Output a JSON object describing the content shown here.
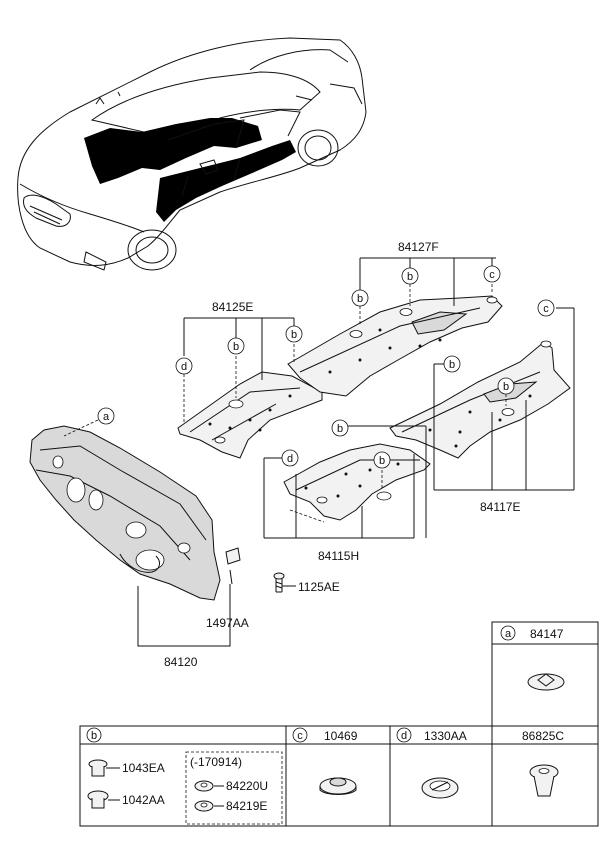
{
  "parts": {
    "p84127F": "84127F",
    "p84125E": "84125E",
    "p84117E": "84117E",
    "p84115H": "84115H",
    "p1125AE": "1125AE",
    "p1497AA": "1497AA",
    "p84120": "84120"
  },
  "callouts": {
    "a": "a",
    "b": "b",
    "c": "c",
    "d": "d"
  },
  "table": {
    "a_header": "84147",
    "b_items": [
      "1043EA",
      "1042AA"
    ],
    "b_note": "(-170914)",
    "b_alt_items": [
      "84220U",
      "84219E"
    ],
    "c_header": "10469",
    "d_header": "1330AA",
    "e_header": "86825C"
  }
}
